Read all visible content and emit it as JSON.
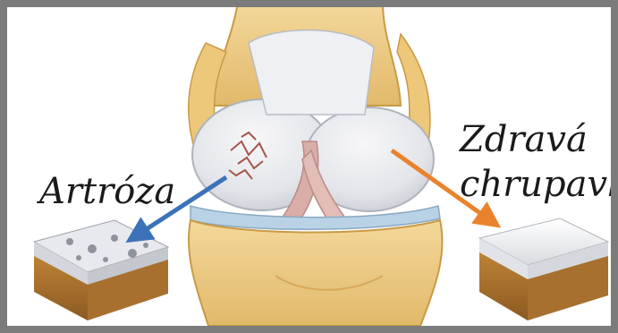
{
  "labels": {
    "left": "Artróza",
    "right_line1": "Zdravá",
    "right_line2": "chrupavka"
  },
  "colors": {
    "frame": "#7b7b7b",
    "arrow_left": "#3d72b8",
    "arrow_right": "#e8832c",
    "bone": "#efcf8c",
    "cartilage": "#e6e9ef",
    "meniscus": "#b9d2e6",
    "ligament": "#d9aea8"
  },
  "icons": {
    "left_sample": "damaged-cartilage-block-icon",
    "right_sample": "healthy-cartilage-block-icon"
  }
}
